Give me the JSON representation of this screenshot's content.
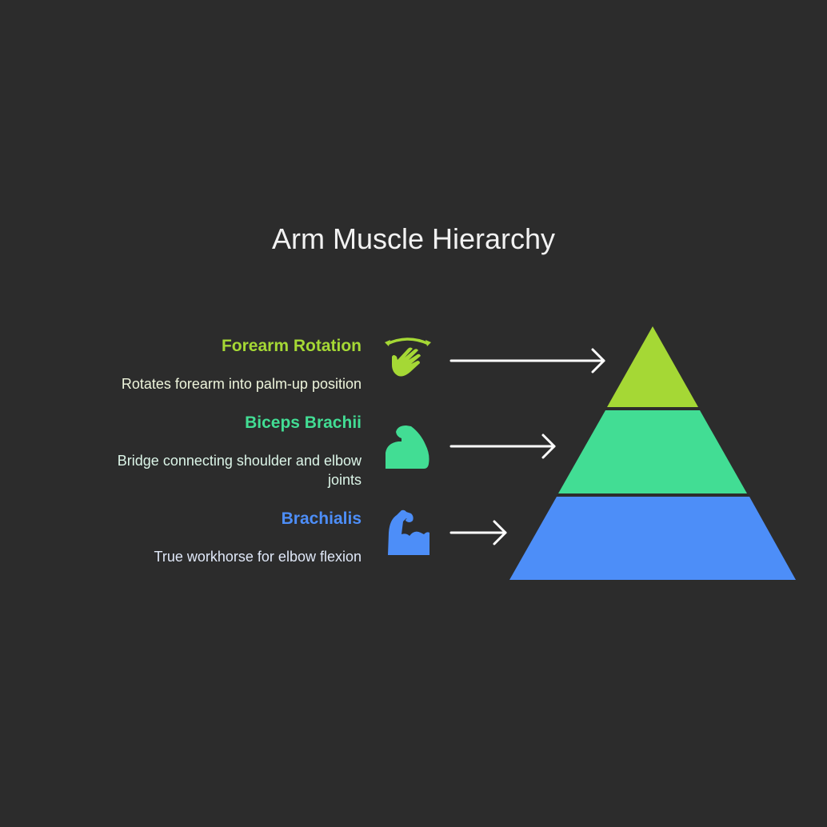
{
  "title": "Arm Muscle Hierarchy",
  "tiers": [
    {
      "label": "Forearm Rotation",
      "description": "Rotates forearm into palm-up position",
      "icon": "hand-rotate-icon",
      "color": "#a5d835",
      "desc_color": "#eef5dc"
    },
    {
      "label": "Biceps Brachii",
      "description": "Bridge connecting shoulder and elbow joints",
      "icon": "flexed-arm-icon",
      "color": "#42dd94",
      "desc_color": "#dcf5e8"
    },
    {
      "label": "Brachialis",
      "description": "True workhorse for elbow flexion",
      "icon": "muscle-arm-icon",
      "color": "#4d8ef8",
      "desc_color": "#e0e8f8"
    }
  ],
  "arrow_color": "#ffffff",
  "background": "#2c2c2c"
}
